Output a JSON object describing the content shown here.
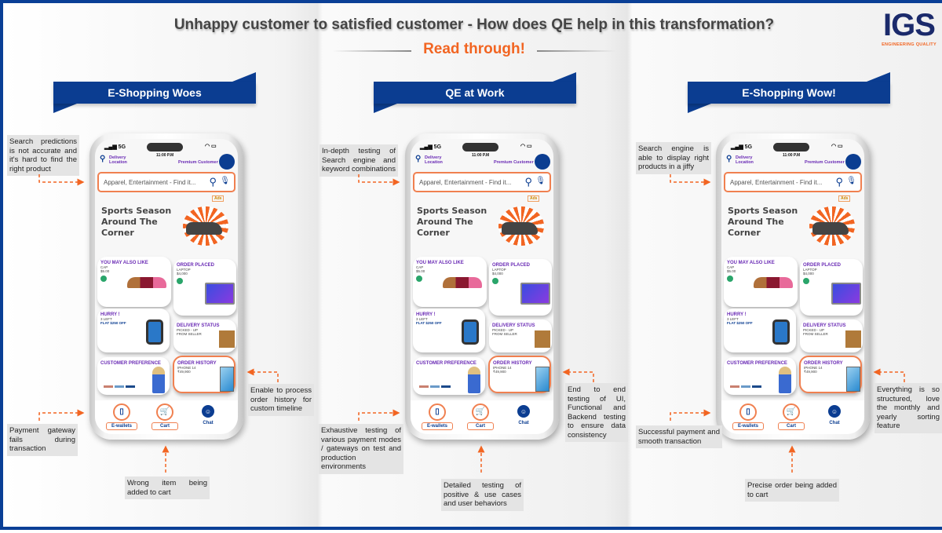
{
  "title": "Unhappy customer to satisfied customer - How does QE help in this transformation?",
  "subtitle": "Read through!",
  "logo": {
    "text": "IGS",
    "tagline": "ENGINEERING QUALITY"
  },
  "colors": {
    "brand_blue": "#0b3d91",
    "accent_orange": "#f26522",
    "purple": "#6a2bb5"
  },
  "phone": {
    "signal": "5G",
    "time": "11:00 P.M",
    "location_label": "Delivery Location",
    "customer_label": "Premium Customer",
    "search_placeholder": "Apparel, Entertainment - Find it...",
    "ads": "Ads",
    "promo": "Sports Season Around The Corner",
    "cards": {
      "may_like": {
        "title": "YOU MAY ALSO LIKE",
        "item": "CAP",
        "price": "$5.00"
      },
      "order_placed": {
        "title": "ORDER PLACED",
        "item": "LAPTOP",
        "price": "$4,000"
      },
      "hurry": {
        "title": "HURRY !",
        "line1": "3 LEFT",
        "line2": "FLAT $250 OFF"
      },
      "delivery": {
        "title": "DELIVERY STATUS",
        "line1": "PICKED - UP",
        "line2": "FROM SELLER"
      },
      "preference": {
        "title": "CUSTOMER PREFERENCE"
      },
      "history": {
        "title": "ORDER HISTORY",
        "item": "IPHONE 14",
        "price": "₹49,900"
      }
    },
    "nav": [
      {
        "label": "E-wallets",
        "icon": "wallet-icon"
      },
      {
        "label": "Cart",
        "icon": "cart-icon"
      },
      {
        "label": "Chat",
        "icon": "chat-icon"
      }
    ]
  },
  "panels": [
    {
      "heading": "E-Shopping Woes",
      "notes": [
        "Search predictions is not accurate and it's hard to find the right product",
        "Enable to process order history for custom timeline",
        "Payment gateway fails during transaction",
        "Wrong item being added to cart"
      ]
    },
    {
      "heading": "QE at Work",
      "notes": [
        "In-depth testing of Search engine and keyword combinations",
        "End to end testing of UI, Functional and Backend testing to ensure data consistency",
        "Exhaustive testing of various payment modes / gateways on test and production environments",
        "Detailed testing of positive & use cases and user behaviors"
      ]
    },
    {
      "heading": "E-Shopping Wow!",
      "notes": [
        "Search engine is able to display right products in a jiffy",
        "Everything is so structured, love the monthly and yearly sorting feature",
        "Successful payment and smooth transaction",
        "Precise order being added to cart"
      ]
    }
  ]
}
